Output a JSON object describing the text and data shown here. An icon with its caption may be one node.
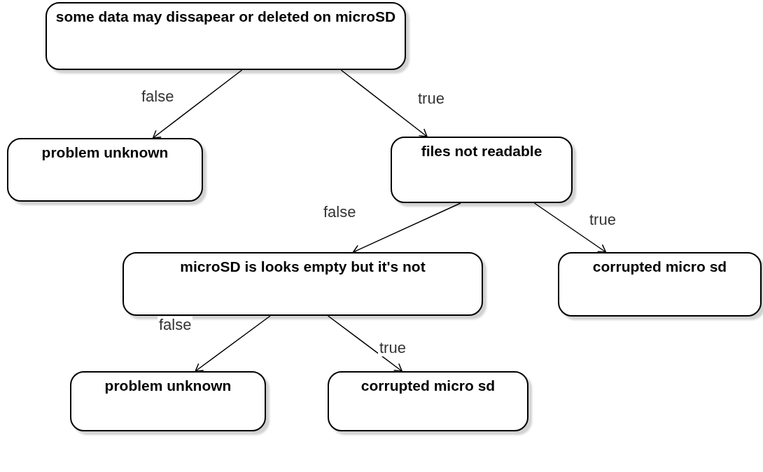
{
  "diagram": {
    "nodes": [
      {
        "text": [
          "some data may dissapear or deleted on microSD"
        ]
      },
      {
        "text": [
          "problem unknown"
        ]
      },
      {
        "text": [
          "files not readable"
        ]
      },
      {
        "text": [
          "microSD is looks empty but it's not"
        ]
      },
      {
        "text": [
          "corrupted micro sd"
        ]
      },
      {
        "text": [
          "problem unknown"
        ]
      },
      {
        "text": [
          "corrupted micro sd"
        ]
      }
    ],
    "edges": [
      {
        "from": 0,
        "to": 1,
        "arrow": "to",
        "label": "false"
      },
      {
        "from": 0,
        "to": 2,
        "arrow": "to",
        "label": "true"
      },
      {
        "from": 2,
        "to": 3,
        "arrow": "to",
        "label": "false"
      },
      {
        "from": 2,
        "to": 4,
        "arrow": "to",
        "label": "true"
      },
      {
        "from": 3,
        "to": 5,
        "arrow": "to",
        "label": "false"
      },
      {
        "from": 3,
        "to": 6,
        "arrow": "to",
        "label": "true"
      }
    ]
  }
}
